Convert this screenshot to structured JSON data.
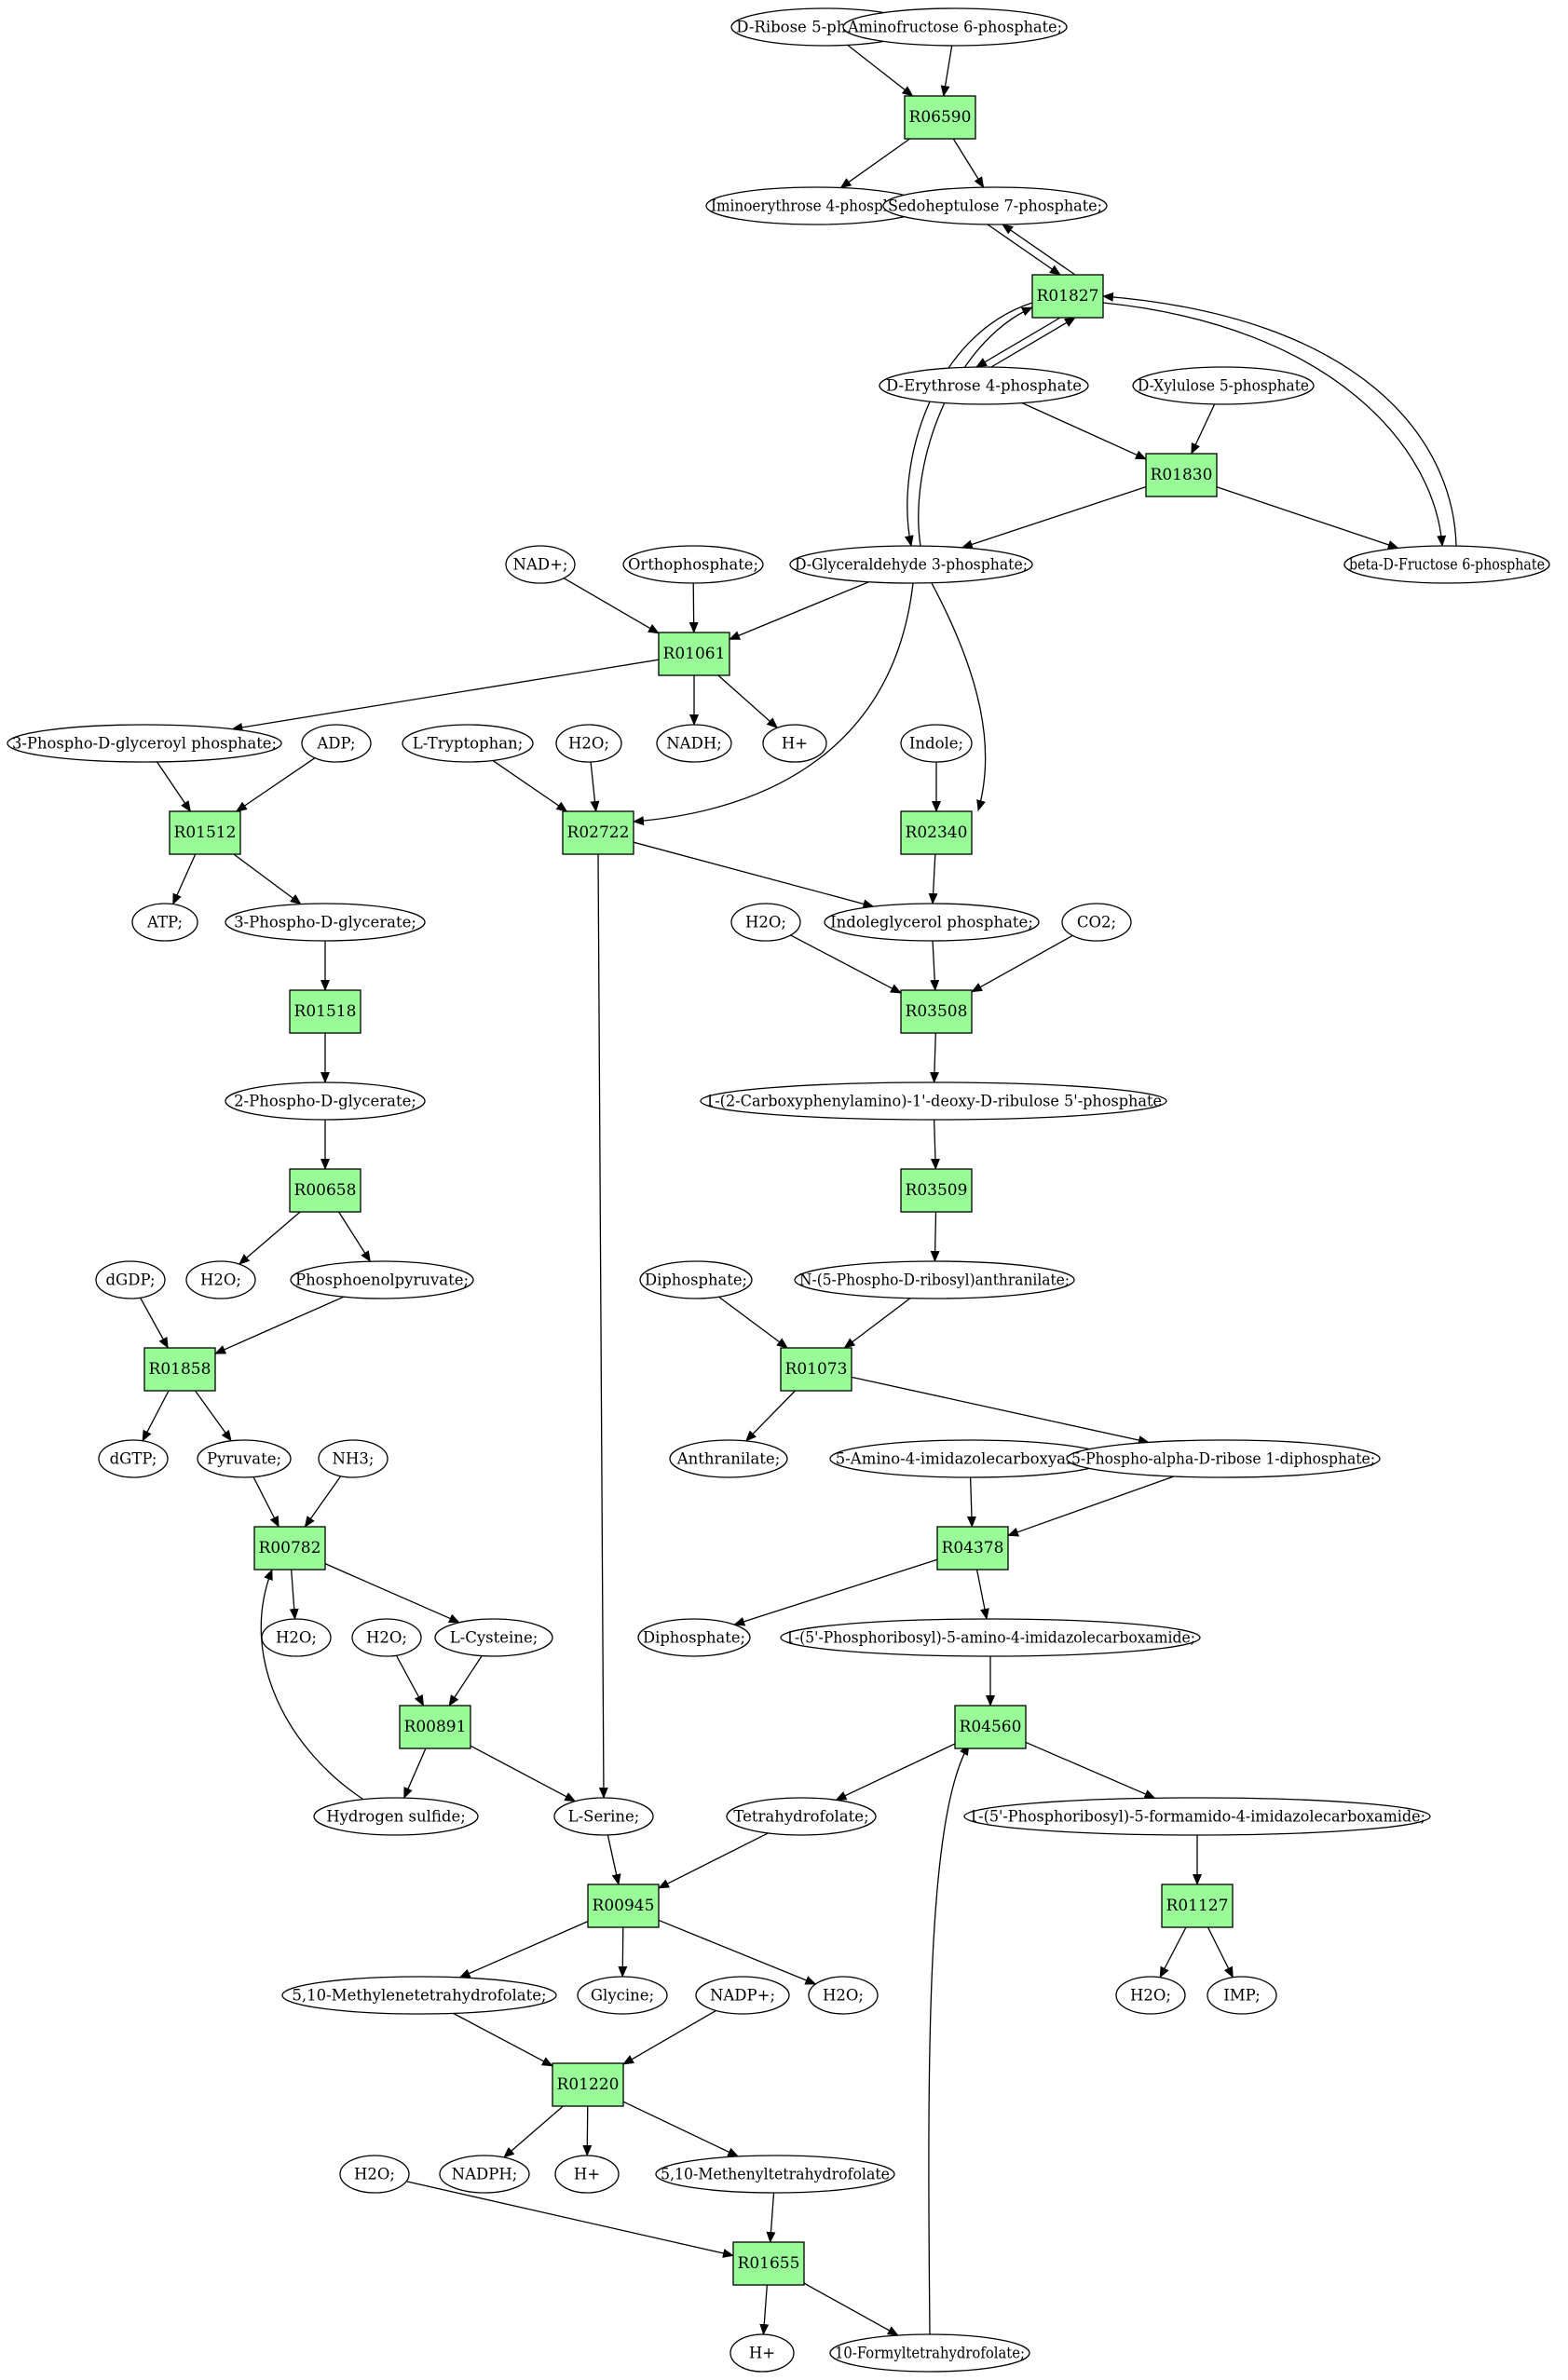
{
  "colors": {
    "reaction_fill": "#98fb98",
    "metabolite_fill": "#ffffff",
    "start_fill": "#00e000",
    "end_fill": "#ffff00",
    "stroke": "#000000"
  },
  "nodes": {
    "m1": {
      "label": "D-Ribose 5-phosphate;",
      "kind": "start"
    },
    "m2": {
      "label": "Aminofructose 6-phosphate;",
      "kind": "metabolite"
    },
    "m3": {
      "label": "Iminoerythrose 4-phosphate;",
      "kind": "metabolite"
    },
    "m4": {
      "label": "Sedoheptulose 7-phosphate;",
      "kind": "metabolite"
    },
    "m5": {
      "label": "D-Erythrose 4-phosphate",
      "kind": "metabolite"
    },
    "m6": {
      "label": "D-Xylulose 5-phosphate",
      "kind": "metabolite"
    },
    "m7": {
      "label": "D-Glyceraldehyde 3-phosphate;",
      "kind": "metabolite"
    },
    "m8": {
      "label": "beta-D-Fructose 6-phosphate",
      "kind": "metabolite"
    },
    "m9": {
      "label": "NAD+;",
      "kind": "metabolite"
    },
    "m10": {
      "label": "Orthophosphate;",
      "kind": "metabolite"
    },
    "m11": {
      "label": "3-Phospho-D-glyceroyl phosphate;",
      "kind": "metabolite"
    },
    "m12": {
      "label": "NADH;",
      "kind": "metabolite"
    },
    "m13": {
      "label": "H+",
      "kind": "metabolite"
    },
    "m14": {
      "label": "ADP;",
      "kind": "metabolite"
    },
    "m15": {
      "label": "L-Tryptophan;",
      "kind": "metabolite"
    },
    "m16": {
      "label": "H2O;",
      "kind": "metabolite"
    },
    "m17": {
      "label": "Indole;",
      "kind": "metabolite"
    },
    "m18": {
      "label": "ATP;",
      "kind": "metabolite"
    },
    "m19": {
      "label": "3-Phospho-D-glycerate;",
      "kind": "metabolite"
    },
    "m20": {
      "label": "H2O;",
      "kind": "metabolite"
    },
    "m21": {
      "label": "Indoleglycerol phosphate;",
      "kind": "metabolite"
    },
    "m22": {
      "label": "CO2;",
      "kind": "metabolite"
    },
    "m23": {
      "label": "2-Phospho-D-glycerate;",
      "kind": "metabolite"
    },
    "m24": {
      "label": "1-(2-Carboxyphenylamino)-1'-deoxy-D-ribulose 5'-phosphate",
      "kind": "metabolite"
    },
    "m25": {
      "label": "dGDP;",
      "kind": "metabolite"
    },
    "m26": {
      "label": "H2O;",
      "kind": "metabolite"
    },
    "m27": {
      "label": "Phosphoenolpyruvate;",
      "kind": "metabolite"
    },
    "m28": {
      "label": "Diphosphate;",
      "kind": "metabolite"
    },
    "m29": {
      "label": "N-(5-Phospho-D-ribosyl)anthranilate;",
      "kind": "metabolite"
    },
    "m30": {
      "label": "dGTP;",
      "kind": "metabolite"
    },
    "m31": {
      "label": "Pyruvate;",
      "kind": "metabolite"
    },
    "m32": {
      "label": "NH3;",
      "kind": "metabolite"
    },
    "m33": {
      "label": "Anthranilate;",
      "kind": "metabolite"
    },
    "m34": {
      "label": "5-Amino-4-imidazolecarboxyamide",
      "kind": "metabolite"
    },
    "m35": {
      "label": "5-Phospho-alpha-D-ribose 1-diphosphate;",
      "kind": "metabolite"
    },
    "m36": {
      "label": "H2O;",
      "kind": "metabolite"
    },
    "m37": {
      "label": "H2O;",
      "kind": "metabolite"
    },
    "m38": {
      "label": "L-Cysteine;",
      "kind": "metabolite"
    },
    "m39": {
      "label": "Diphosphate;",
      "kind": "metabolite"
    },
    "m40": {
      "label": "1-(5'-Phosphoribosyl)-5-amino-4-imidazolecarboxamide;",
      "kind": "metabolite"
    },
    "m41": {
      "label": "Hydrogen sulfide;",
      "kind": "metabolite"
    },
    "m42": {
      "label": "L-Serine;",
      "kind": "metabolite"
    },
    "m43": {
      "label": "Tetrahydrofolate;",
      "kind": "metabolite"
    },
    "m44": {
      "label": "1-(5'-Phosphoribosyl)-5-formamido-4-imidazolecarboxamide;",
      "kind": "metabolite"
    },
    "m45": {
      "label": "5,10-Methylenetetrahydrofolate;",
      "kind": "metabolite"
    },
    "m46": {
      "label": "Glycine;",
      "kind": "metabolite"
    },
    "m47": {
      "label": "NADP+;",
      "kind": "metabolite"
    },
    "m48": {
      "label": "H2O;",
      "kind": "metabolite"
    },
    "m49": {
      "label": "H2O;",
      "kind": "metabolite"
    },
    "m50": {
      "label": "IMP;",
      "kind": "end"
    },
    "m51": {
      "label": "H2O;",
      "kind": "metabolite"
    },
    "m52": {
      "label": "NADPH;",
      "kind": "metabolite"
    },
    "m53": {
      "label": "H+",
      "kind": "metabolite"
    },
    "m54": {
      "label": "5,10-Methenyltetrahydrofolate",
      "kind": "metabolite"
    },
    "m55": {
      "label": "H+",
      "kind": "metabolite"
    },
    "m56": {
      "label": "10-Formyltetrahydrofolate;",
      "kind": "metabolite"
    },
    "r1": {
      "label": "R06590",
      "kind": "reaction"
    },
    "r2": {
      "label": "R01827",
      "kind": "reaction"
    },
    "r3": {
      "label": "R01830",
      "kind": "reaction"
    },
    "r4": {
      "label": "R01061",
      "kind": "reaction"
    },
    "r5": {
      "label": "R01512",
      "kind": "reaction"
    },
    "r6": {
      "label": "R02722",
      "kind": "reaction"
    },
    "r7": {
      "label": "R02340",
      "kind": "reaction"
    },
    "r8": {
      "label": "R01518",
      "kind": "reaction"
    },
    "r9": {
      "label": "R03508",
      "kind": "reaction"
    },
    "r10": {
      "label": "R00658",
      "kind": "reaction"
    },
    "r11": {
      "label": "R03509",
      "kind": "reaction"
    },
    "r12": {
      "label": "R01858",
      "kind": "reaction"
    },
    "r13": {
      "label": "R01073",
      "kind": "reaction"
    },
    "r14": {
      "label": "R00782",
      "kind": "reaction"
    },
    "r15": {
      "label": "R04378",
      "kind": "reaction"
    },
    "r16": {
      "label": "R00891",
      "kind": "reaction"
    },
    "r17": {
      "label": "R04560",
      "kind": "reaction"
    },
    "r18": {
      "label": "R00945",
      "kind": "reaction"
    },
    "r19": {
      "label": "R01127",
      "kind": "reaction"
    },
    "r20": {
      "label": "R01220",
      "kind": "reaction"
    },
    "r21": {
      "label": "R01655",
      "kind": "reaction"
    }
  },
  "edges": [
    {
      "from": "m1",
      "to": "r1"
    },
    {
      "from": "m2",
      "to": "r1"
    },
    {
      "from": "r1",
      "to": "m3"
    },
    {
      "from": "r1",
      "to": "m4"
    },
    {
      "from": "m4",
      "to": "r2"
    },
    {
      "from": "r2",
      "to": "m4"
    },
    {
      "from": "r2",
      "to": "m5"
    },
    {
      "from": "m5",
      "to": "r2"
    },
    {
      "from": "r2",
      "to": "m7"
    },
    {
      "from": "m7",
      "to": "r2"
    },
    {
      "from": "r2",
      "to": "m8"
    },
    {
      "from": "m8",
      "to": "r2"
    },
    {
      "from": "m5",
      "to": "r3"
    },
    {
      "from": "m6",
      "to": "r3"
    },
    {
      "from": "r3",
      "to": "m7"
    },
    {
      "from": "r3",
      "to": "m8"
    },
    {
      "from": "m9",
      "to": "r4"
    },
    {
      "from": "m10",
      "to": "r4"
    },
    {
      "from": "m7",
      "to": "r4"
    },
    {
      "from": "r4",
      "to": "m11"
    },
    {
      "from": "r4",
      "to": "m12"
    },
    {
      "from": "r4",
      "to": "m13"
    },
    {
      "from": "m11",
      "to": "r5"
    },
    {
      "from": "m14",
      "to": "r5"
    },
    {
      "from": "r5",
      "to": "m18"
    },
    {
      "from": "r5",
      "to": "m19"
    },
    {
      "from": "m15",
      "to": "r6"
    },
    {
      "from": "m16",
      "to": "r6"
    },
    {
      "from": "m7",
      "to": "r6"
    },
    {
      "from": "r6",
      "to": "m21"
    },
    {
      "from": "r6",
      "to": "m42"
    },
    {
      "from": "m17",
      "to": "r7"
    },
    {
      "from": "m7",
      "to": "r7"
    },
    {
      "from": "r7",
      "to": "m21"
    },
    {
      "from": "m19",
      "to": "r8"
    },
    {
      "from": "r8",
      "to": "m23"
    },
    {
      "from": "m20",
      "to": "r9"
    },
    {
      "from": "m21",
      "to": "r9"
    },
    {
      "from": "m22",
      "to": "r9"
    },
    {
      "from": "r9",
      "to": "m24"
    },
    {
      "from": "m23",
      "to": "r10"
    },
    {
      "from": "r10",
      "to": "m26"
    },
    {
      "from": "r10",
      "to": "m27"
    },
    {
      "from": "m24",
      "to": "r11"
    },
    {
      "from": "r11",
      "to": "m29"
    },
    {
      "from": "m25",
      "to": "r12"
    },
    {
      "from": "m27",
      "to": "r12"
    },
    {
      "from": "r12",
      "to": "m30"
    },
    {
      "from": "r12",
      "to": "m31"
    },
    {
      "from": "m28",
      "to": "r13"
    },
    {
      "from": "m29",
      "to": "r13"
    },
    {
      "from": "r13",
      "to": "m33"
    },
    {
      "from": "r13",
      "to": "m35"
    },
    {
      "from": "m31",
      "to": "r14"
    },
    {
      "from": "m32",
      "to": "r14"
    },
    {
      "from": "m41",
      "to": "r14"
    },
    {
      "from": "r14",
      "to": "m36"
    },
    {
      "from": "r14",
      "to": "m38"
    },
    {
      "from": "m34",
      "to": "r15"
    },
    {
      "from": "m35",
      "to": "r15"
    },
    {
      "from": "r15",
      "to": "m39"
    },
    {
      "from": "r15",
      "to": "m40"
    },
    {
      "from": "m37",
      "to": "r16"
    },
    {
      "from": "m38",
      "to": "r16"
    },
    {
      "from": "r16",
      "to": "m41"
    },
    {
      "from": "r16",
      "to": "m42"
    },
    {
      "from": "m40",
      "to": "r17"
    },
    {
      "from": "m56",
      "to": "r17"
    },
    {
      "from": "r17",
      "to": "m43"
    },
    {
      "from": "r17",
      "to": "m44"
    },
    {
      "from": "m42",
      "to": "r18"
    },
    {
      "from": "m43",
      "to": "r18"
    },
    {
      "from": "r18",
      "to": "m45"
    },
    {
      "from": "r18",
      "to": "m46"
    },
    {
      "from": "r18",
      "to": "m48"
    },
    {
      "from": "m44",
      "to": "r19"
    },
    {
      "from": "r19",
      "to": "m49"
    },
    {
      "from": "r19",
      "to": "m50"
    },
    {
      "from": "m45",
      "to": "r20"
    },
    {
      "from": "m47",
      "to": "r20"
    },
    {
      "from": "r20",
      "to": "m52"
    },
    {
      "from": "r20",
      "to": "m53"
    },
    {
      "from": "r20",
      "to": "m54"
    },
    {
      "from": "m51",
      "to": "r21"
    },
    {
      "from": "m54",
      "to": "r21"
    },
    {
      "from": "r21",
      "to": "m55"
    },
    {
      "from": "r21",
      "to": "m56"
    }
  ]
}
